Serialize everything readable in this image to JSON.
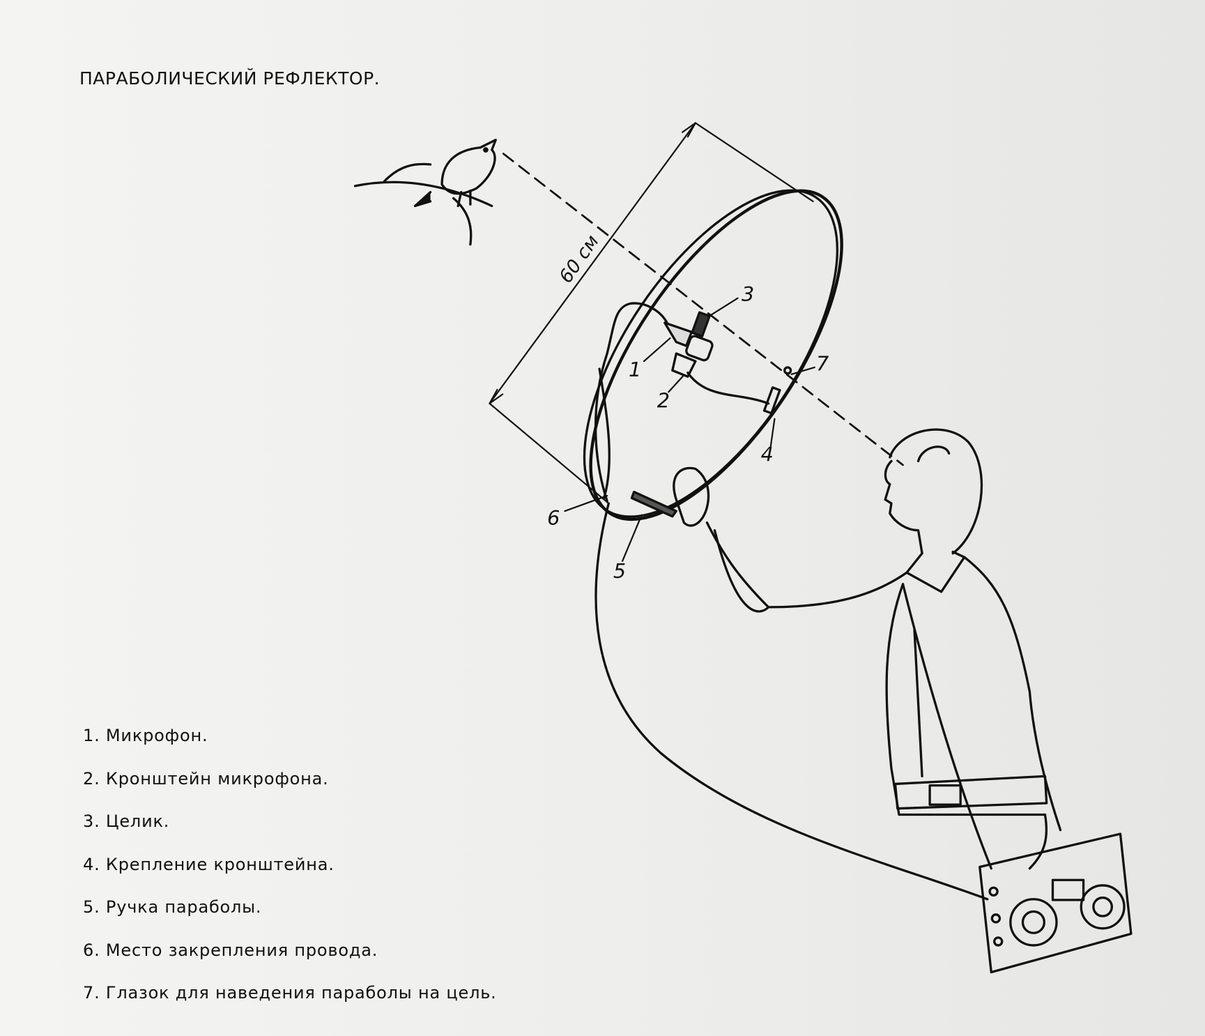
{
  "title": "ПАРАБОЛИЧЕСКИЙ РЕФЛЕКТОР.",
  "diagram": {
    "dimension_label": "60 см",
    "callouts": [
      "1",
      "2",
      "3",
      "4",
      "5",
      "6",
      "7"
    ]
  },
  "legend": [
    "1. Микрофон.",
    "2. Кронштейн микрофона.",
    "3. Целик.",
    "4. Крепление кронштейна.",
    "5. Ручка параболы.",
    "6. Место закрепления провода.",
    "7. Глазок для наведения параболы на цель."
  ]
}
